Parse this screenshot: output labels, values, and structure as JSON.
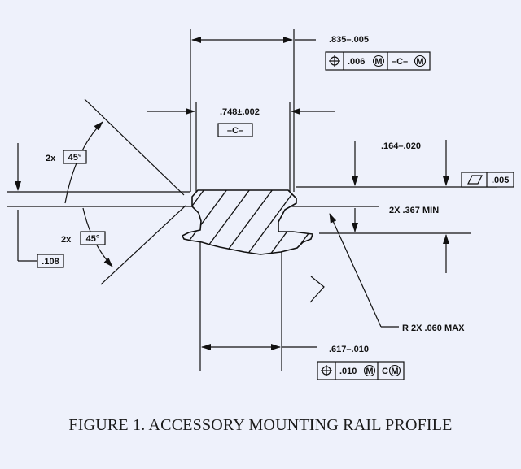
{
  "caption": "FIGURE 1. ACCESSORY MOUNTING RAIL PROFILE",
  "dimensions": {
    "top_width": ".835–.005",
    "mid_width": ".748±.002",
    "datum_c": "–C–",
    "height": ".164–.020",
    "flatness": ".005",
    "min_height": "2X .367 MIN",
    "radius": "R 2X .060 MAX",
    "bottom_width": ".617–.010",
    "left_offset": ".108",
    "angle_upper_count": "2x",
    "angle_upper": "45°",
    "angle_lower_count": "2x",
    "angle_lower": "45°"
  },
  "fcf_top": {
    "tolerance": ".006",
    "modifier": "M",
    "datum": "–C–",
    "datum_modifier": "M"
  },
  "fcf_bottom": {
    "tolerance": ".010",
    "modifier": "M",
    "datum": "C",
    "datum_modifier": "M"
  },
  "colors": {
    "background": "#eef1fb",
    "ink": "#111111"
  }
}
